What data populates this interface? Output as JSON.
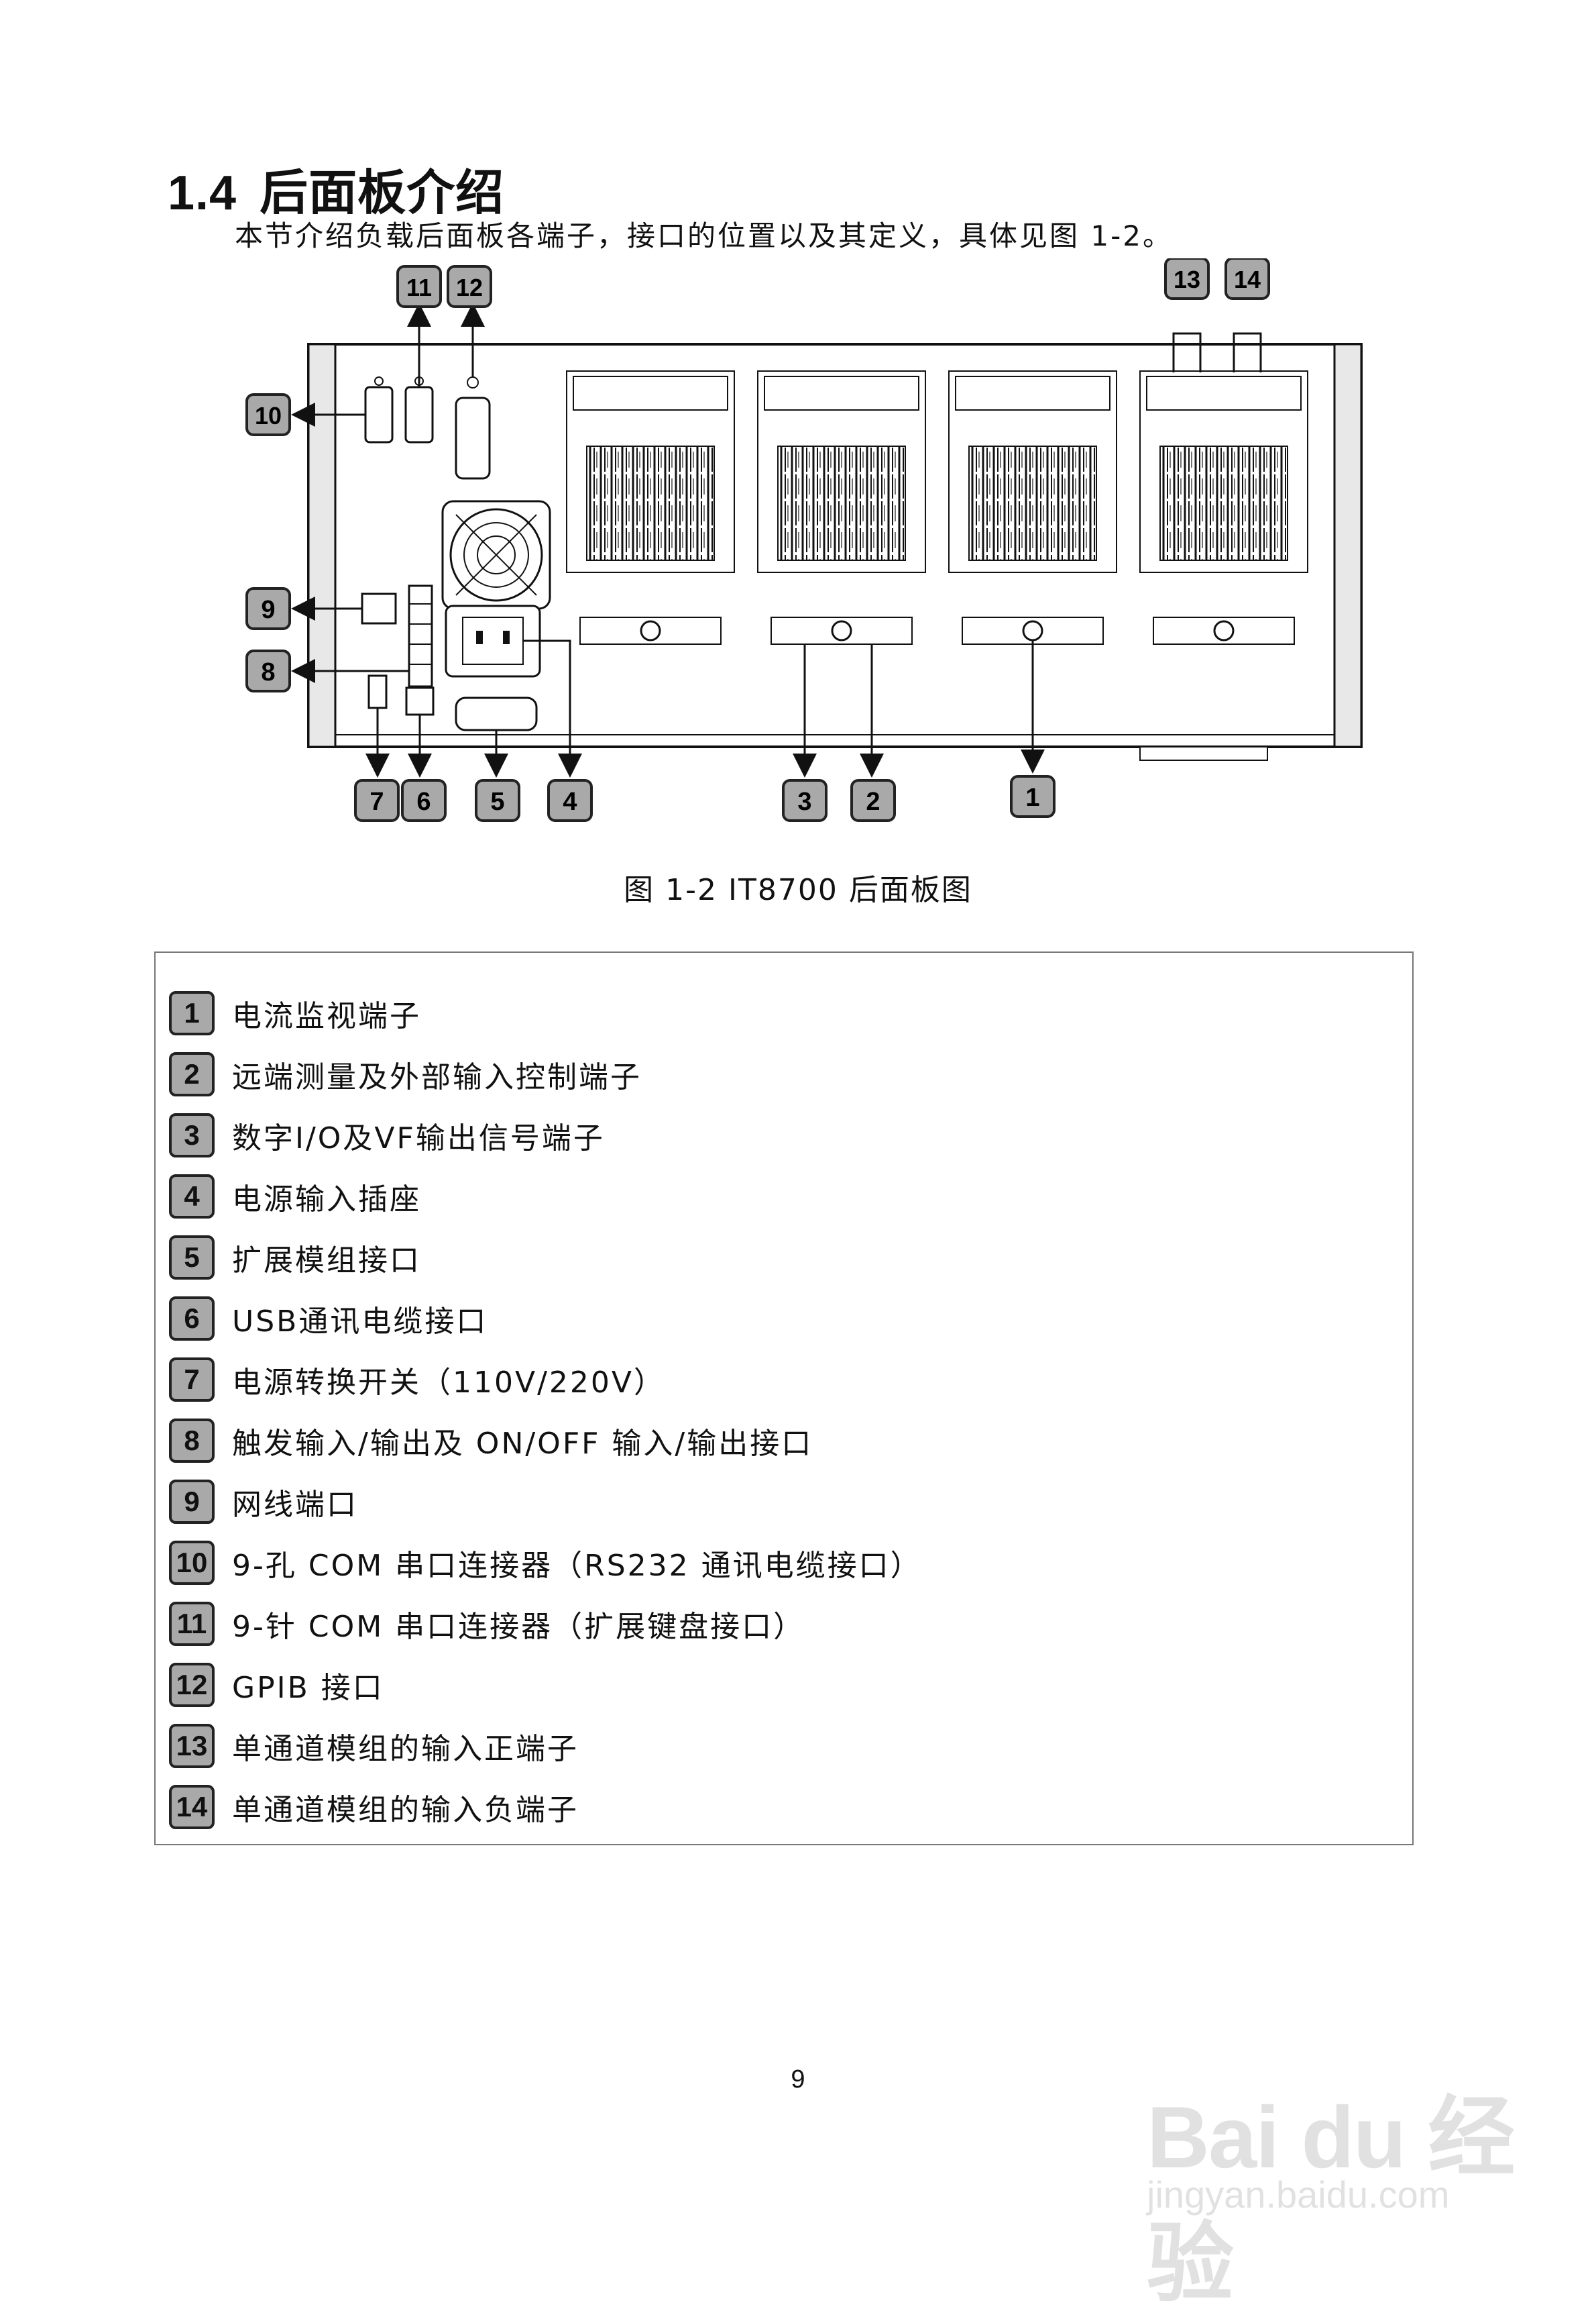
{
  "section": {
    "number": "1.4",
    "title": "后面板介绍"
  },
  "intro": "本节介绍负载后面板各端子，接口的位置以及其定义，具体见图 1-2。",
  "figure": {
    "callouts": [
      "1",
      "2",
      "3",
      "4",
      "5",
      "6",
      "7",
      "8",
      "9",
      "10",
      "11",
      "12",
      "13",
      "14"
    ]
  },
  "caption": "图 1-2 IT8700 后面板图",
  "legend": [
    {
      "num": "1",
      "text": "电流监视端子"
    },
    {
      "num": "2",
      "text": "远端测量及外部输入控制端子"
    },
    {
      "num": "3",
      "text": "数字I/O及VF输出信号端子"
    },
    {
      "num": "4",
      "text": "电源输入插座"
    },
    {
      "num": "5",
      "text": "扩展模组接口"
    },
    {
      "num": "6",
      "text": "USB通讯电缆接口"
    },
    {
      "num": "7",
      "text": " 电源转换开关（110V/220V）"
    },
    {
      "num": "8",
      "text": "触发输入/输出及 ON/OFF 输入/输出接口"
    },
    {
      "num": "9",
      "text": " 网线端口"
    },
    {
      "num": "10",
      "text": " 9-孔 COM 串口连接器（RS232 通讯电缆接口）"
    },
    {
      "num": "11",
      "text": " 9-针 COM 串口连接器（扩展键盘接口）"
    },
    {
      "num": "12",
      "text": " GPIB 接口"
    },
    {
      "num": "13",
      "text": "  单通道模组的输入正端子"
    },
    {
      "num": "14",
      "text": "  单通道模组的输入负端子"
    }
  ],
  "page_number": "9",
  "watermark": {
    "brand": "Bai du 经验",
    "url": "jingyan.baidu.com"
  }
}
